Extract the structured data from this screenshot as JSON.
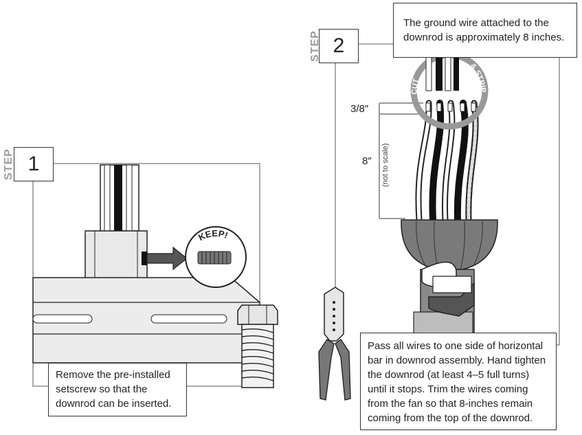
{
  "step1": {
    "step_word": "STEP",
    "number": "1",
    "keep_label": "KEEP!",
    "caption": "Remove the pre-installed setscrew so that the downrod can be inserted."
  },
  "step2": {
    "step_word": "STEP",
    "number": "2",
    "top_note": "The ground wire attached to the downrod is approximately 8 inches.",
    "cut_label": "CUT",
    "strip_label": "& STRIP",
    "dim_short": "3/8″",
    "dim_long": "8″",
    "not_to_scale": "(not to scale)",
    "caption": "Pass all wires to one side of horizontal bar in downrod assembly. Hand tighten the downrod (at least 4–5 full turns) until it stops. Trim the wires coming from the fan so that 8-inches remain coming from the top of the downrod."
  },
  "colors": {
    "outline": "#222222",
    "metal_light": "#e6e6e6",
    "metal_mid": "#bdbdbd",
    "metal_dark": "#7a7a7a",
    "label_gray": "#9a9a9a"
  }
}
